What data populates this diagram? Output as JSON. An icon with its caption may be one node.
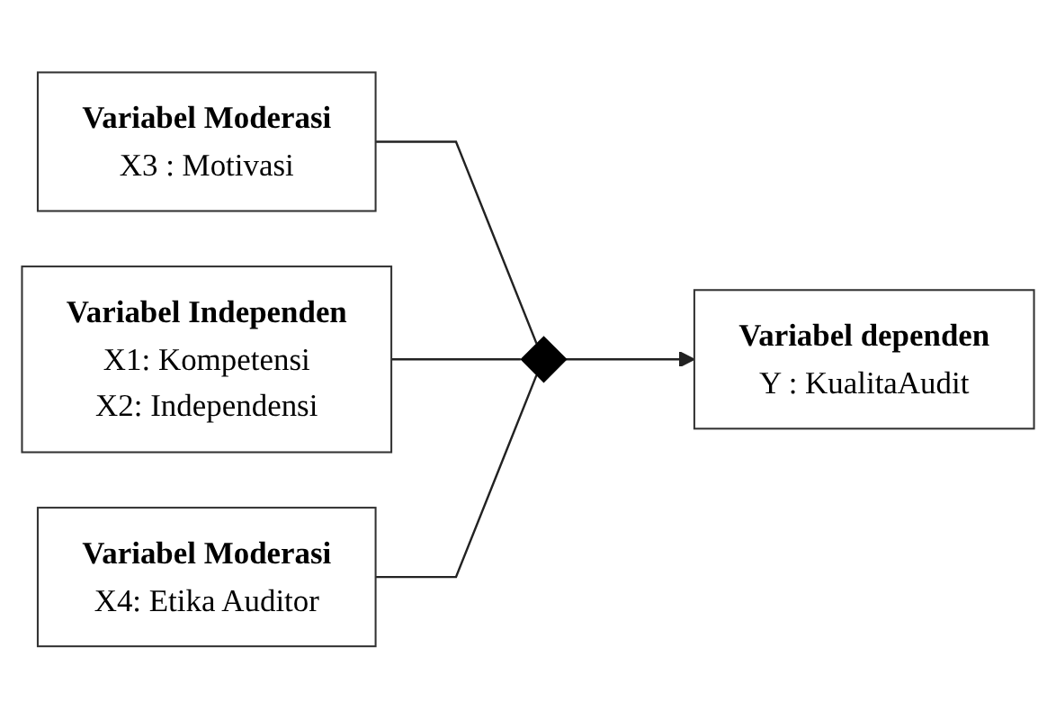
{
  "diagram": {
    "nodes": [
      {
        "text": [
          "Variabel Moderasi",
          "X3 : Motivasi"
        ]
      },
      {
        "text": [
          "Variabel Independen",
          "X1: Kompetensi",
          "X2: Independensi"
        ]
      },
      {
        "text": [],
        "shape": "diamond"
      },
      {
        "text": [
          "Variabel dependen",
          "Y : KualitaAudit"
        ]
      },
      {
        "text": [
          "Variabel Moderasi",
          "X4: Etika Auditor"
        ]
      }
    ],
    "edges": [
      {
        "from": 0,
        "to": 2,
        "arrow": "none"
      },
      {
        "from": 1,
        "to": 2,
        "arrow": "none"
      },
      {
        "from": 2,
        "to": 3,
        "arrow": "to"
      },
      {
        "from": 4,
        "to": 2,
        "arrow": "none"
      }
    ]
  }
}
